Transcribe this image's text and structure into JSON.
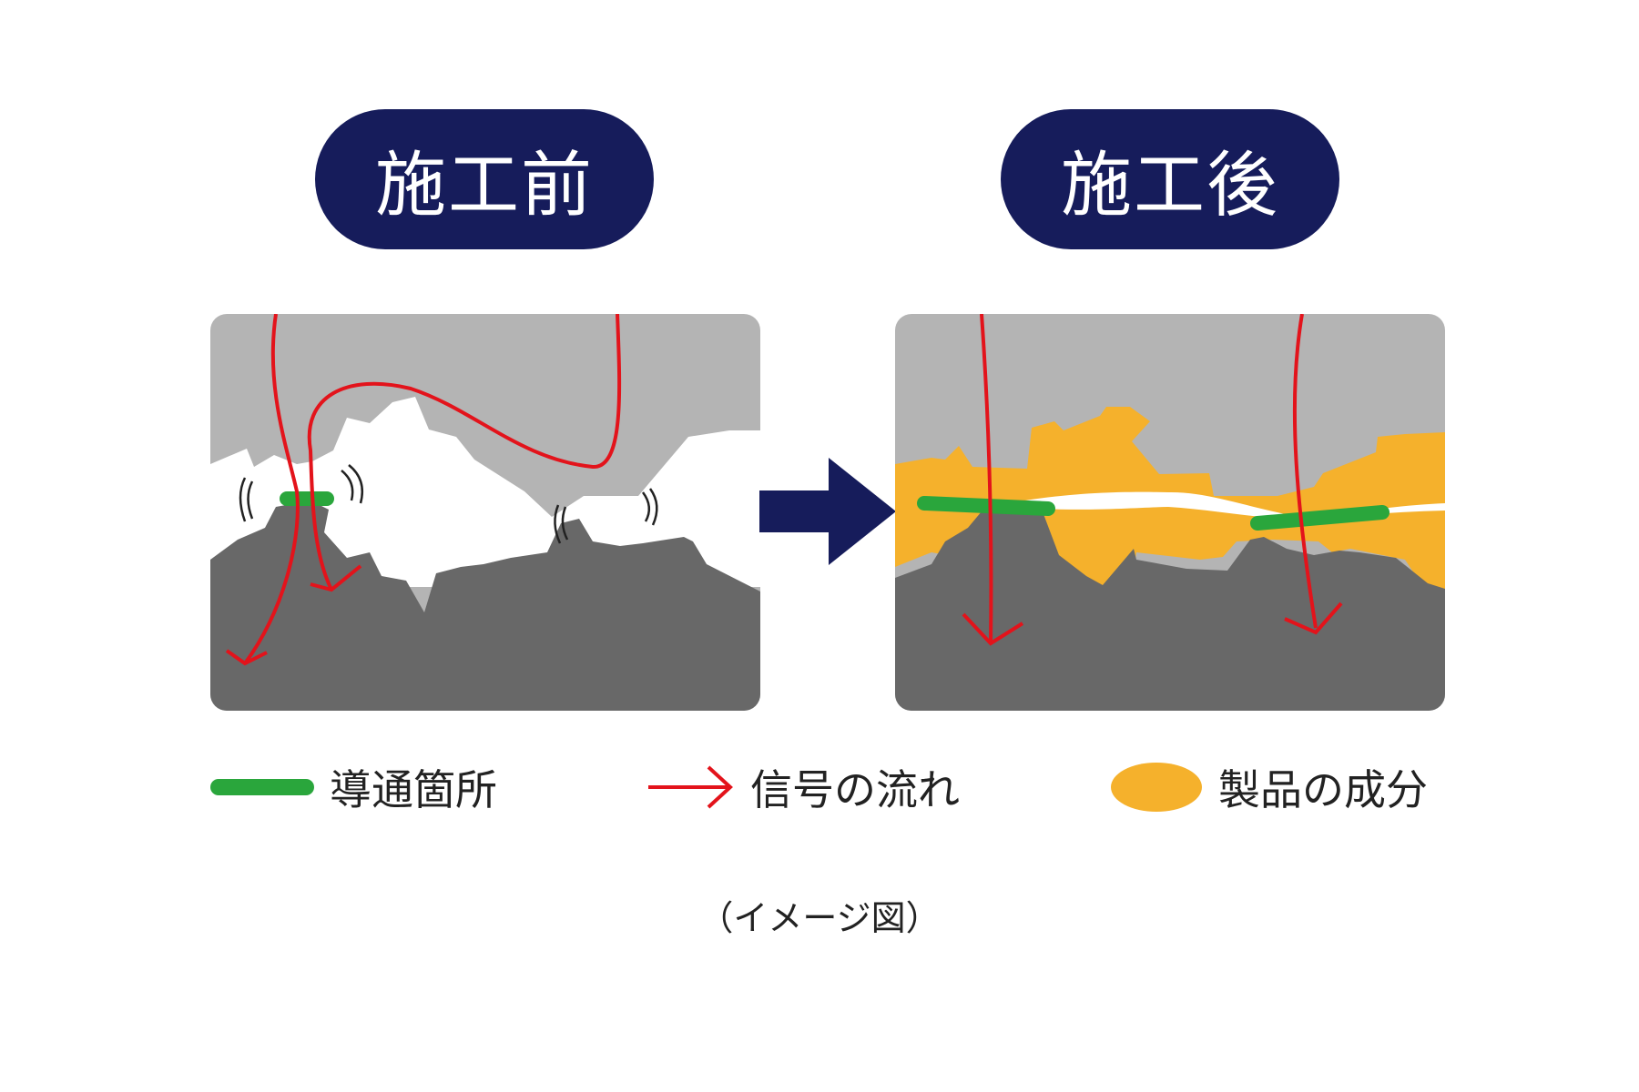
{
  "titles": {
    "before": "施工前",
    "after": "施工後"
  },
  "legend": {
    "conduction_label": "導通箇所",
    "signal_label": "信号の流れ",
    "component_label": "製品の成分"
  },
  "caption": "（イメージ図）",
  "colors": {
    "navy": "#161c5b",
    "upper_layer": "#b4b4b4",
    "lower_layer": "#686868",
    "gap": "#ffffff",
    "conduction": "#2aa63c",
    "signal": "#e3131b",
    "component": "#f5b12c"
  },
  "icons": {
    "conduction": "green-bar-icon",
    "signal": "red-arrow-icon",
    "component": "orange-ellipse-icon",
    "vibration": "vibration-arc-icon",
    "transition": "right-arrow-icon"
  }
}
